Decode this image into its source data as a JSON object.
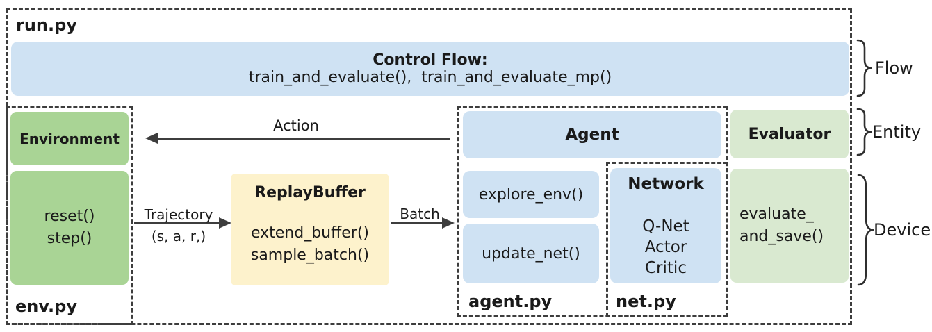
{
  "run_module": {
    "file_label": "run.py"
  },
  "control_flow": {
    "title": "Control Flow:",
    "functions": "train_and_evaluate(),  train_and_evaluate_mp()"
  },
  "side_labels": {
    "flow": "Flow",
    "entity": "Entity",
    "device": "Device"
  },
  "env_module": {
    "file_label": "env.py",
    "entity_label": "Environment",
    "methods": [
      "reset()",
      "step()"
    ]
  },
  "replay_buffer": {
    "title": "ReplayBuffer",
    "methods": [
      "extend_buffer()",
      "sample_batch()"
    ]
  },
  "arrows": {
    "action_label": "Action",
    "trajectory_label": "Trajectory",
    "trajectory_sublabel": "(s, a, r,)",
    "batch_label": "Batch"
  },
  "agent_module": {
    "file_label": "agent.py",
    "entity_label": "Agent",
    "methods": [
      "explore_env()",
      "update_net()"
    ]
  },
  "net_module": {
    "file_label": "net.py",
    "entity_label": "Network",
    "networks": [
      "Q-Net",
      "Actor",
      "Critic"
    ]
  },
  "evaluator": {
    "entity_label": "Evaluator",
    "method_lines": [
      "evaluate_",
      "and_save()"
    ]
  },
  "colors": {
    "flow_blue": "#cfe2f3",
    "entity_green": "#a9d495",
    "evaluator_green": "#d9e9d0",
    "buffer_yellow": "#fdf2cc",
    "line_dark": "#3d3d3d"
  }
}
